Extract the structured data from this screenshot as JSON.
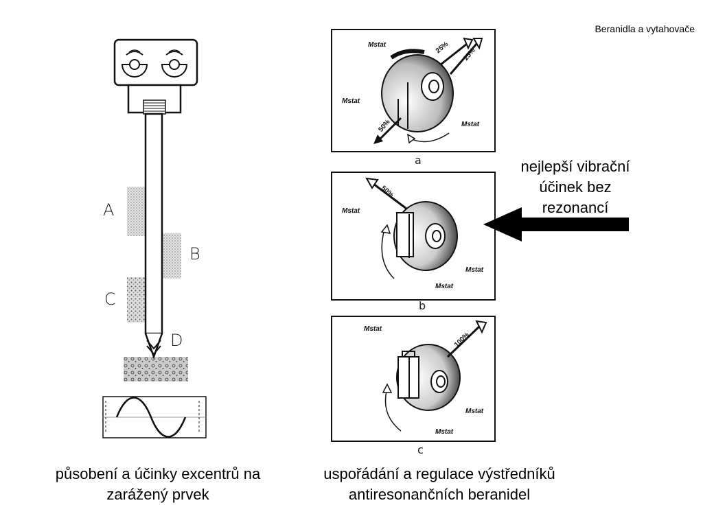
{
  "header": {
    "title": "Beranidla a vytahovače"
  },
  "left_figure": {
    "zone_labels": [
      "A",
      "B",
      "C",
      "D"
    ],
    "caption_line1": "působení a účinky excentrů na",
    "caption_line2": "zarážený prvek"
  },
  "right_figure": {
    "panels": [
      {
        "label": "a",
        "mstat": [
          "Mstat",
          "Mstat",
          "Mstat"
        ],
        "percents": [
          "25%",
          "25%",
          "50%"
        ]
      },
      {
        "label": "b",
        "mstat": [
          "Mstat",
          "Mstat",
          "Mstat"
        ],
        "percents": [
          "50%"
        ]
      },
      {
        "label": "c",
        "mstat": [
          "Mstat",
          "Mstat",
          "Mstat"
        ],
        "percents": [
          "100%"
        ]
      }
    ],
    "caption_line1": "uspořádání a regulace výstředníků",
    "caption_line2": "antiresonančních beranidel"
  },
  "callout": {
    "line1": "nejlepší vibrační",
    "line2": "účinek bez",
    "line3": "rezonancí"
  }
}
